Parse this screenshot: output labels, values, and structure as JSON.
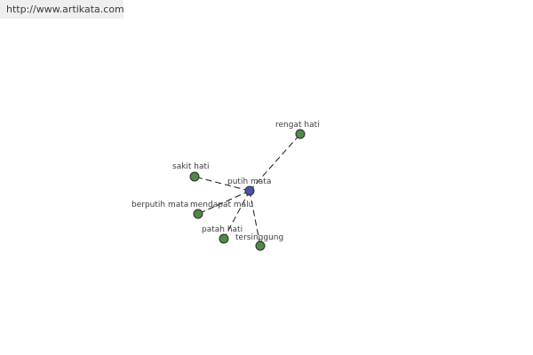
{
  "header": {
    "url": "http://www.artikata.com"
  },
  "colors": {
    "center_node": "#4a55a8",
    "leaf_node": "#4f8a44"
  },
  "graph": {
    "center": "putih mata",
    "nodes": [
      {
        "id": "putih-mata",
        "label": "putih mata",
        "role": "center"
      },
      {
        "id": "rengat-hati",
        "label": "rengat hati",
        "role": "leaf"
      },
      {
        "id": "sakit-hati",
        "label": "sakit hati",
        "role": "leaf"
      },
      {
        "id": "berputih-mata",
        "label": "berputih mata",
        "role": "leaf"
      },
      {
        "id": "mendapat-malu",
        "label": "mendapat malu",
        "role": "leaf"
      },
      {
        "id": "patah-hati",
        "label": "patah hati",
        "role": "leaf"
      },
      {
        "id": "tersinggung",
        "label": "tersinggung",
        "role": "leaf"
      }
    ],
    "edges": [
      {
        "from": "putih-mata",
        "to": "rengat-hati"
      },
      {
        "from": "putih-mata",
        "to": "sakit-hati"
      },
      {
        "from": "putih-mata",
        "to": "berputih-mata"
      },
      {
        "from": "putih-mata",
        "to": "patah-hati"
      },
      {
        "from": "putih-mata",
        "to": "tersinggung"
      }
    ]
  }
}
